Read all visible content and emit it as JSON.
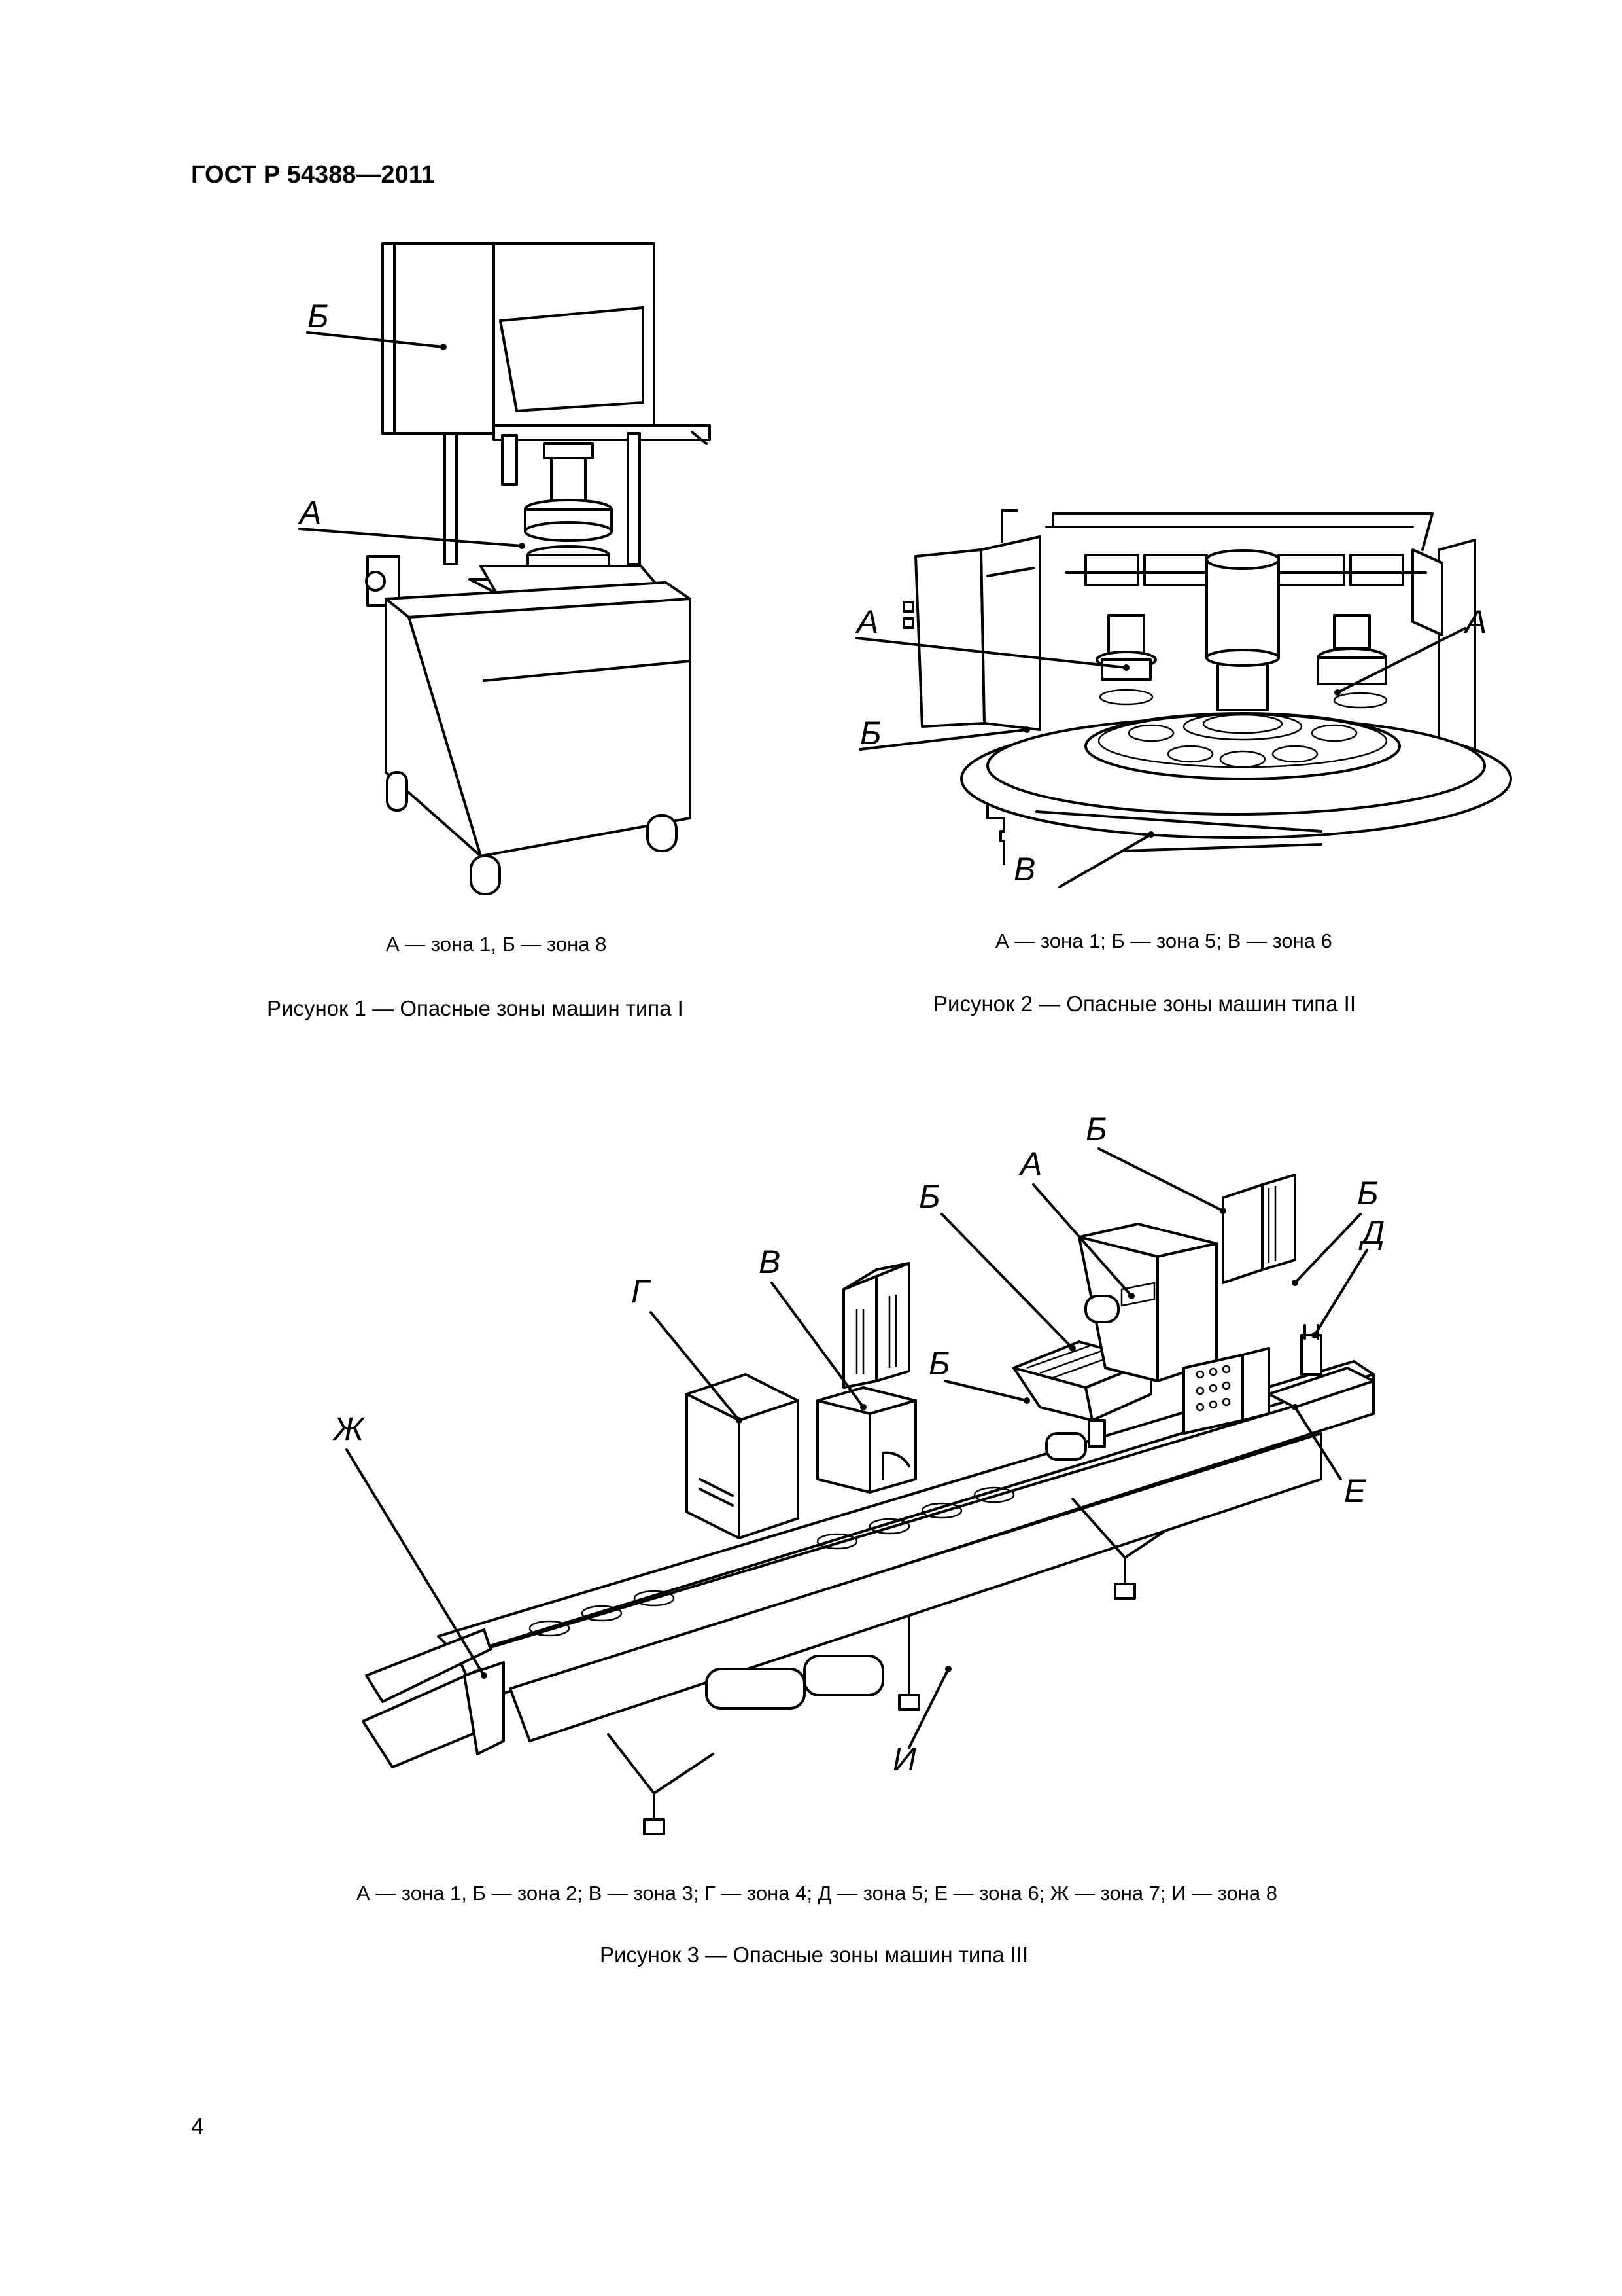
{
  "header": {
    "doc_id": "ГОСТ Р 54388—2011"
  },
  "figure1": {
    "labels": {
      "a": "А",
      "b": "Б"
    },
    "legend": "А — зона 1, Б — зона 8",
    "caption": "Рисунок 1 — Опасные зоны машин типа I"
  },
  "figure2": {
    "labels": {
      "a_left": "А",
      "a_right": "А",
      "b": "Б",
      "v": "В"
    },
    "legend": "А — зона 1; Б — зона 5; В — зона 6",
    "caption": "Рисунок 2 — Опасные зоны машин типа II"
  },
  "figure3": {
    "labels": {
      "a": "А",
      "b_top": "Б",
      "b_right": "Б",
      "b_mid": "Б",
      "b_low": "Б",
      "v": "В",
      "g": "Г",
      "d": "Д",
      "e": "Е",
      "zh": "Ж",
      "i": "И"
    },
    "legend": "А — зона 1, Б — зона 2; В — зона 3; Г — зона 4; Д — зона 5; Е — зона 6; Ж — зона 7; И — зона 8",
    "caption": "Рисунок 3 — Опасные зоны машин типа III"
  },
  "page_number": "4"
}
